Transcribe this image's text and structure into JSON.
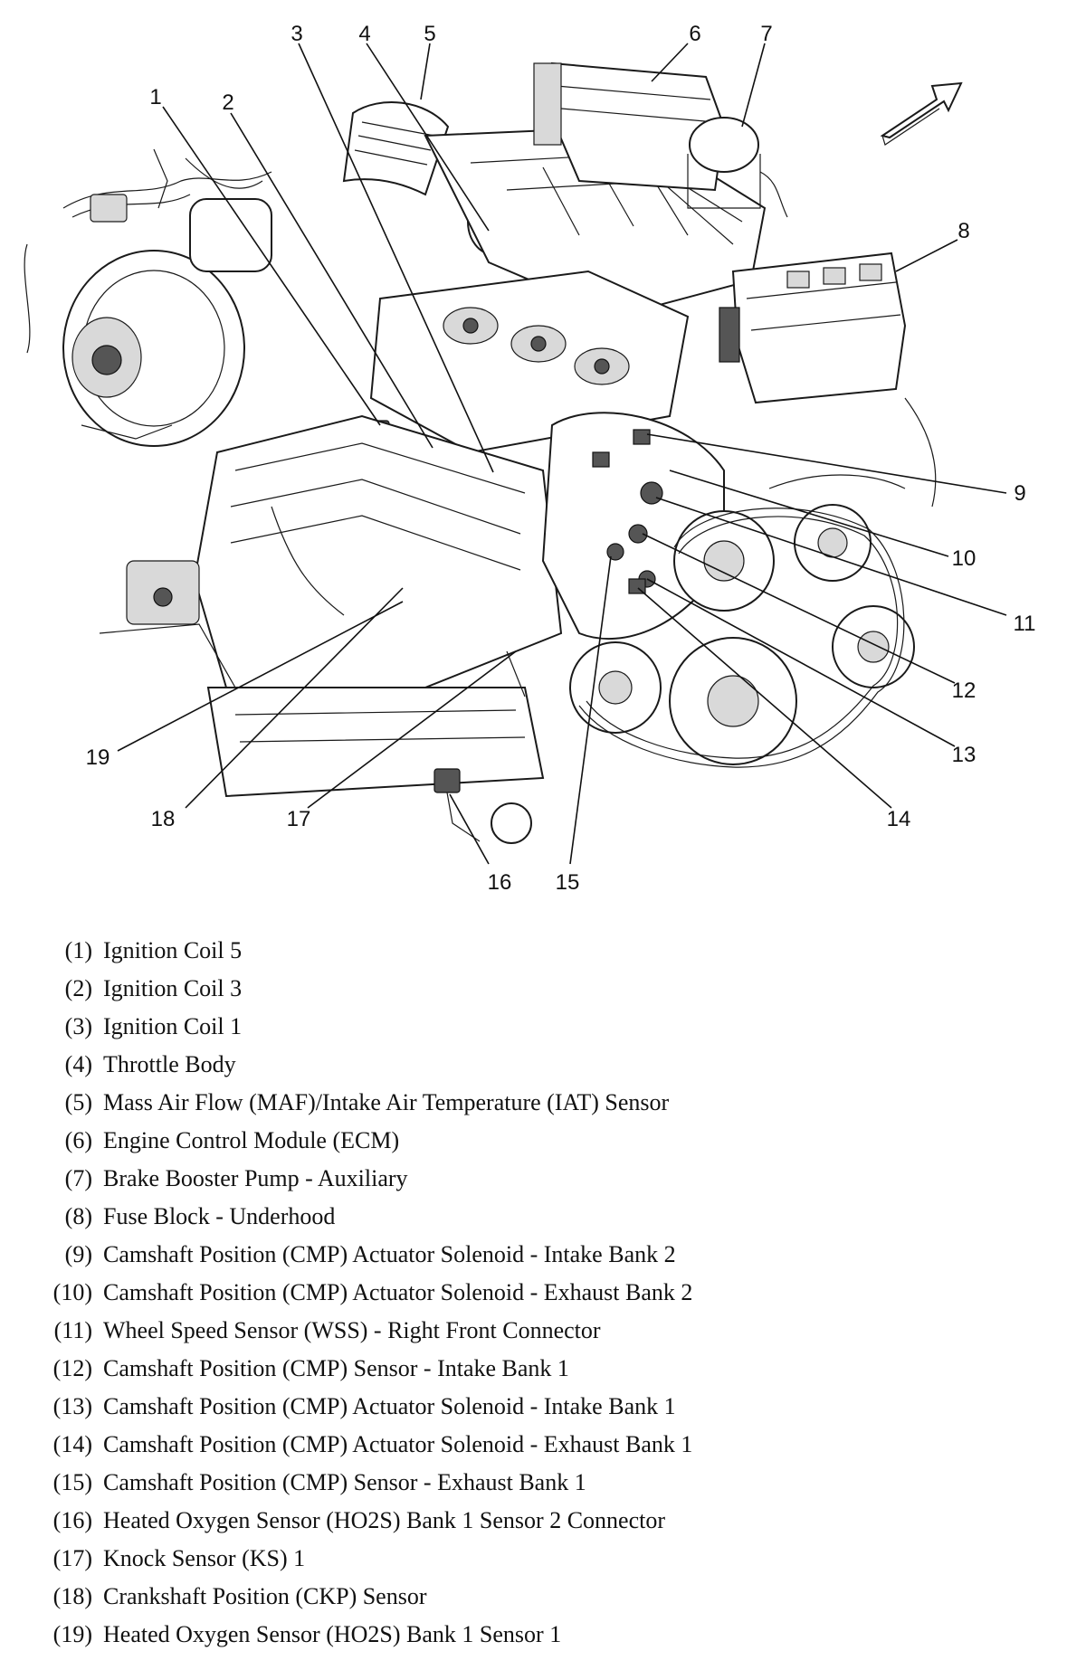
{
  "callouts": [
    {
      "id": "1",
      "text": "1"
    },
    {
      "id": "2",
      "text": "2"
    },
    {
      "id": "3",
      "text": "3"
    },
    {
      "id": "4",
      "text": "4"
    },
    {
      "id": "5",
      "text": "5"
    },
    {
      "id": "6",
      "text": "6"
    },
    {
      "id": "7",
      "text": "7"
    },
    {
      "id": "8",
      "text": "8"
    },
    {
      "id": "9",
      "text": "9"
    },
    {
      "id": "10",
      "text": "10"
    },
    {
      "id": "11",
      "text": "11"
    },
    {
      "id": "12",
      "text": "12"
    },
    {
      "id": "13",
      "text": "13"
    },
    {
      "id": "14",
      "text": "14"
    },
    {
      "id": "15",
      "text": "15"
    },
    {
      "id": "16",
      "text": "16"
    },
    {
      "id": "17",
      "text": "17"
    },
    {
      "id": "18",
      "text": "18"
    },
    {
      "id": "19",
      "text": "19"
    }
  ],
  "legend": [
    {
      "num": "(1)",
      "text": "Ignition Coil 5"
    },
    {
      "num": "(2)",
      "text": "Ignition Coil 3"
    },
    {
      "num": "(3)",
      "text": "Ignition Coil 1"
    },
    {
      "num": "(4)",
      "text": "Throttle Body"
    },
    {
      "num": "(5)",
      "text": "Mass Air Flow (MAF)/Intake Air Temperature (IAT) Sensor"
    },
    {
      "num": "(6)",
      "text": "Engine Control Module (ECM)"
    },
    {
      "num": "(7)",
      "text": "Brake Booster Pump - Auxiliary"
    },
    {
      "num": "(8)",
      "text": "Fuse Block - Underhood"
    },
    {
      "num": "(9)",
      "text": "Camshaft Position (CMP) Actuator Solenoid - Intake Bank 2"
    },
    {
      "num": "(10)",
      "text": "Camshaft Position (CMP) Actuator Solenoid - Exhaust Bank 2"
    },
    {
      "num": "(11)",
      "text": "Wheel Speed Sensor (WSS) - Right Front Connector"
    },
    {
      "num": "(12)",
      "text": "Camshaft Position (CMP) Sensor - Intake Bank 1"
    },
    {
      "num": "(13)",
      "text": "Camshaft Position (CMP) Actuator Solenoid - Intake Bank 1"
    },
    {
      "num": "(14)",
      "text": "Camshaft Position (CMP) Actuator Solenoid - Exhaust Bank 1"
    },
    {
      "num": "(15)",
      "text": "Camshaft Position (CMP) Sensor - Exhaust Bank 1"
    },
    {
      "num": "(16)",
      "text": "Heated Oxygen Sensor (HO2S) Bank 1 Sensor 2 Connector"
    },
    {
      "num": "(17)",
      "text": "Knock Sensor (KS) 1"
    },
    {
      "num": "(18)",
      "text": "Crankshaft Position (CKP) Sensor"
    },
    {
      "num": "(19)",
      "text": "Heated Oxygen Sensor (HO2S) Bank 1 Sensor 1"
    }
  ]
}
